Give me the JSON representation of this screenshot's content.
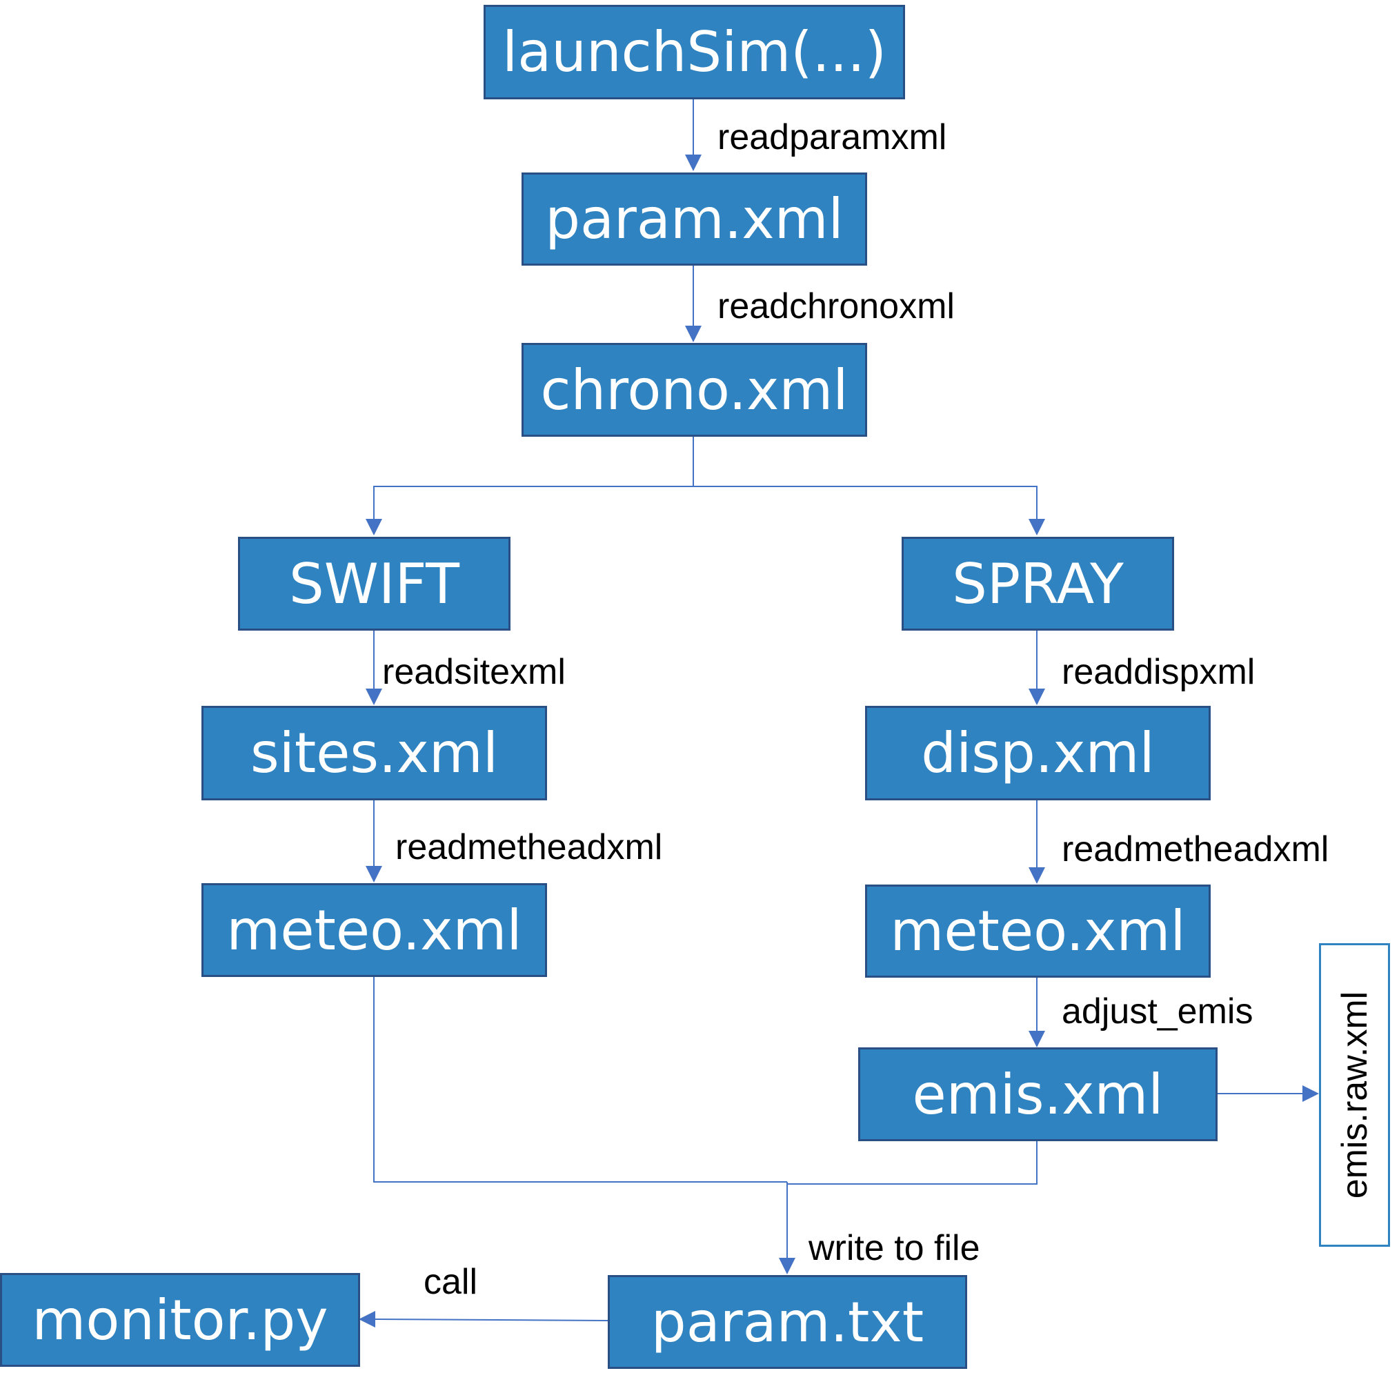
{
  "nodes": {
    "launchsim": "launchSim(...)",
    "param_xml": "param.xml",
    "chrono_xml": "chrono.xml",
    "swift": "SWIFT",
    "spray": "SPRAY",
    "sites_xml": "sites.xml",
    "disp_xml": "disp.xml",
    "meteo_xml_left": "meteo.xml",
    "meteo_xml_right": "meteo.xml",
    "emis_xml": "emis.xml",
    "emis_raw_xml": "emis.raw.xml",
    "param_txt": "param.txt",
    "monitor_py": "monitor.py"
  },
  "edges": {
    "readparamxml": "readparamxml",
    "readchronoxml": "readchronoxml",
    "readsitexml": "readsitexml",
    "readdispxml": "readdispxml",
    "readmetheadxml_left": "readmetheadxml",
    "readmetheadxml_right": "readmetheadxml",
    "adjust_emis": "adjust_emis",
    "write_to_file": "write to file",
    "call": "call"
  },
  "colors": {
    "box_fill": "#2e83c0",
    "box_border": "#2a4f85",
    "connector": "#4472c4"
  }
}
